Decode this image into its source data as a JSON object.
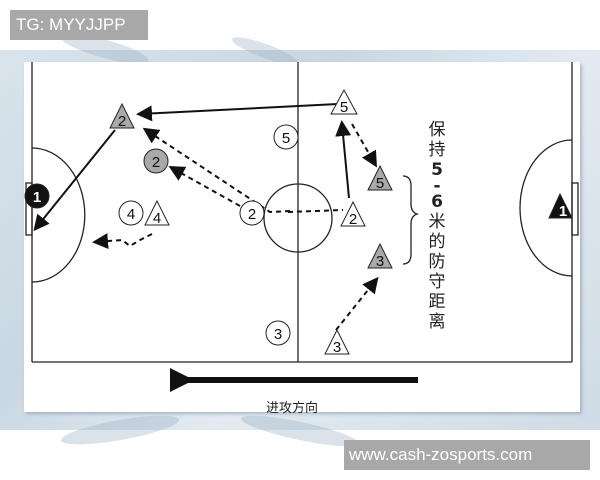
{
  "header": {
    "tag_label": "TG: MYYJJPP"
  },
  "footer": {
    "watermark": "www.cash-zosports.com"
  },
  "diagram": {
    "annotation_vertical": [
      "保",
      "持",
      "5",
      "-",
      "6",
      "米",
      "的",
      "防",
      "守",
      "距",
      "离"
    ],
    "annotation_text": "保持5-6米的防守距离",
    "direction_label": "进攻方向",
    "colors": {
      "line": "#222222",
      "shaded_player": "#a9a9a9",
      "goalkeeper": "#111111",
      "background": "#ffffff"
    },
    "players": {
      "attackers_triangles": [
        {
          "id": "tri-2-shaded",
          "label": "2",
          "shaded": true
        },
        {
          "id": "tri-5-top",
          "label": "5",
          "shaded": false
        },
        {
          "id": "tri-5-shaded",
          "label": "5",
          "shaded": true
        },
        {
          "id": "tri-2-center",
          "label": "2",
          "shaded": false
        },
        {
          "id": "tri-3-shaded",
          "label": "3",
          "shaded": true
        },
        {
          "id": "tri-3-bottom",
          "label": "3",
          "shaded": false
        },
        {
          "id": "tri-4",
          "label": "4",
          "shaded": false
        },
        {
          "id": "tri-1-goalkeeper",
          "label": "1",
          "shaded": false,
          "dark": true
        }
      ],
      "defenders_circles": [
        {
          "id": "circ-1-goalkeeper",
          "label": "1",
          "dark": true
        },
        {
          "id": "circ-2-shaded",
          "label": "2",
          "shaded": true
        },
        {
          "id": "circ-2",
          "label": "2"
        },
        {
          "id": "circ-4",
          "label": "4"
        },
        {
          "id": "circ-5",
          "label": "5"
        },
        {
          "id": "circ-3",
          "label": "3"
        }
      ]
    }
  }
}
